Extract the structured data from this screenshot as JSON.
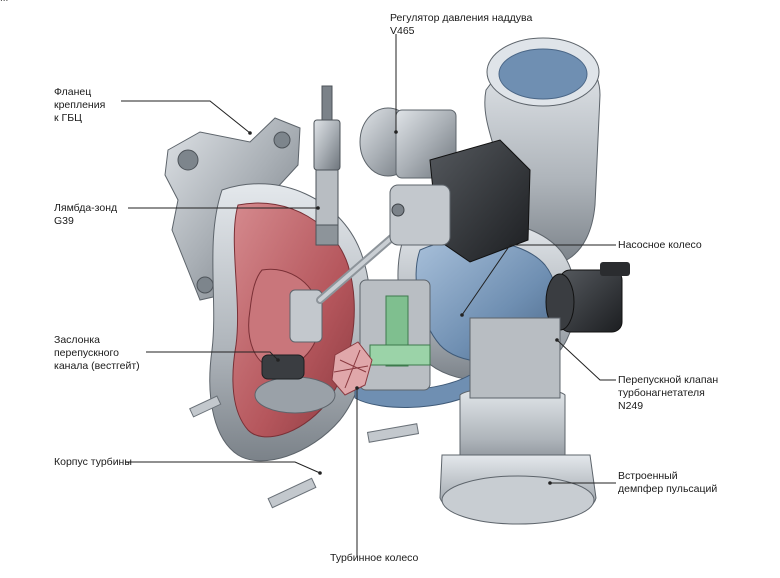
{
  "diagram": {
    "top_fragment": "...",
    "labels": {
      "flange": "Фланец\nкрепления\nк ГБЦ",
      "lambda": "Лямбда-зонд\nG39",
      "wastegate": "Заслонка\nперепускного\nканала (вестгейт)",
      "turbine_housing": "Корпус турбины",
      "pressure_regulator": "Регулятор давления наддува\nV465",
      "compressor_wheel": "Насосное колесо",
      "bypass_valve": "Перепускной клапан\nтурбонагнетателя\nN249",
      "pulsation_damper": "Встроенный\nдемпфер пульсаций",
      "turbine_wheel": "Турбинное колесо"
    },
    "colors": {
      "turbine_red": "#b5565c",
      "compressor_blue": "#6f8fb2",
      "metal_gray": "#a8adb2",
      "shaft_green": "#7fbf8f",
      "actuator_black": "#2a2c2f",
      "leader_line": "#222222"
    }
  }
}
